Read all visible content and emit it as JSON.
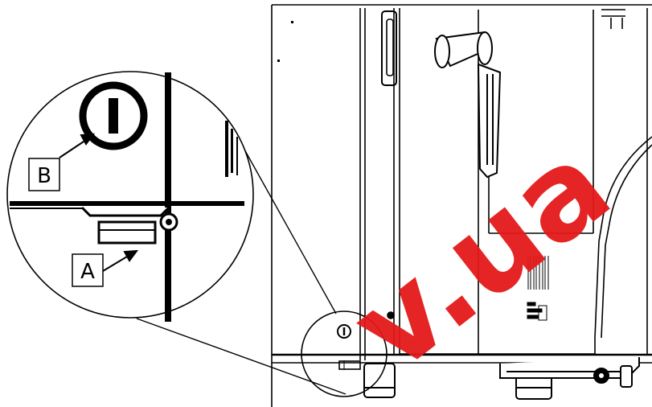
{
  "callouts": {
    "a": "A",
    "b": "B"
  },
  "watermark": {
    "text": "v.ua",
    "color": "#e41a1a"
  },
  "colors": {
    "line": "#000000",
    "background": "#ffffff"
  }
}
